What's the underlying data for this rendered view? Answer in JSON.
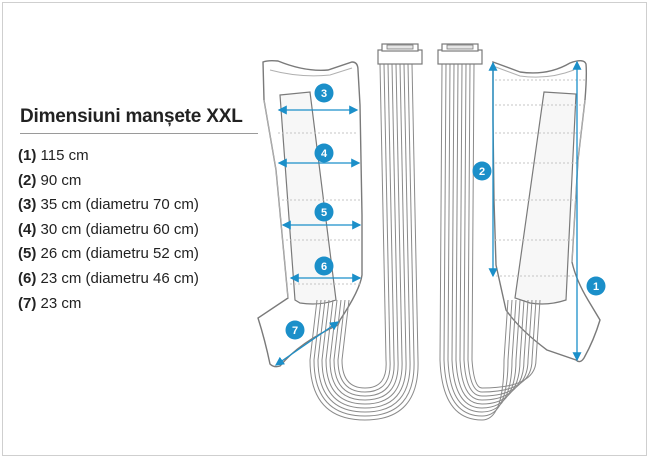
{
  "title": "Dimensiuni manșete XXL",
  "specs": [
    {
      "id": "(1)",
      "text": "115 cm"
    },
    {
      "id": "(2)",
      "text": "90 cm"
    },
    {
      "id": "(3)",
      "text": "35 cm (diametru 70 cm)"
    },
    {
      "id": "(4)",
      "text": "30 cm (diametru 60 cm)"
    },
    {
      "id": "(5)",
      "text": "26 cm (diametru 52 cm)"
    },
    {
      "id": "(6)",
      "text": "23 cm (diametru 46 cm)"
    },
    {
      "id": "(7)",
      "text": "23 cm"
    }
  ],
  "markers": [
    "1",
    "2",
    "3",
    "4",
    "5",
    "6",
    "7"
  ],
  "colors": {
    "accent": "#1b8fc9",
    "outline": "#7a7a7a",
    "text": "#222222"
  }
}
